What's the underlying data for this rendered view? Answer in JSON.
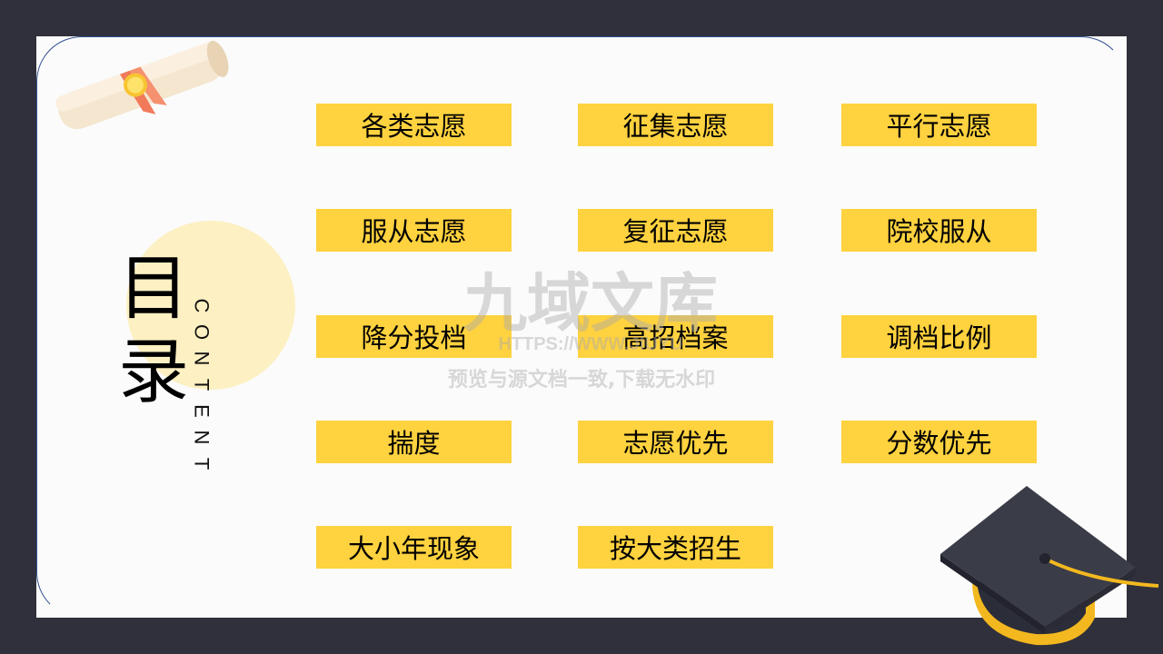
{
  "slide": {
    "title": "目录",
    "subtitle": "CONTENT",
    "items": [
      "各类志愿",
      "征集志愿",
      "平行志愿",
      "服从志愿",
      "复征志愿",
      "院校服从",
      "降分投档",
      "高招档案",
      "调档比例",
      "揣度",
      "志愿优先",
      "分数优先",
      "大小年现象",
      "按大类招生"
    ]
  },
  "watermark": {
    "brand": "九域文库",
    "url": "HTTPS://WWW.JIUYU",
    "note": "预览与源文档一致,下载无水印"
  },
  "colors": {
    "frame": "#30303c",
    "panel": "#fbfbfb",
    "accent": "#ffd23f",
    "circle": "#fdf0c2",
    "border": "#2f4f8f"
  },
  "icons": [
    "diploma-scroll-icon",
    "graduation-cap-icon"
  ]
}
